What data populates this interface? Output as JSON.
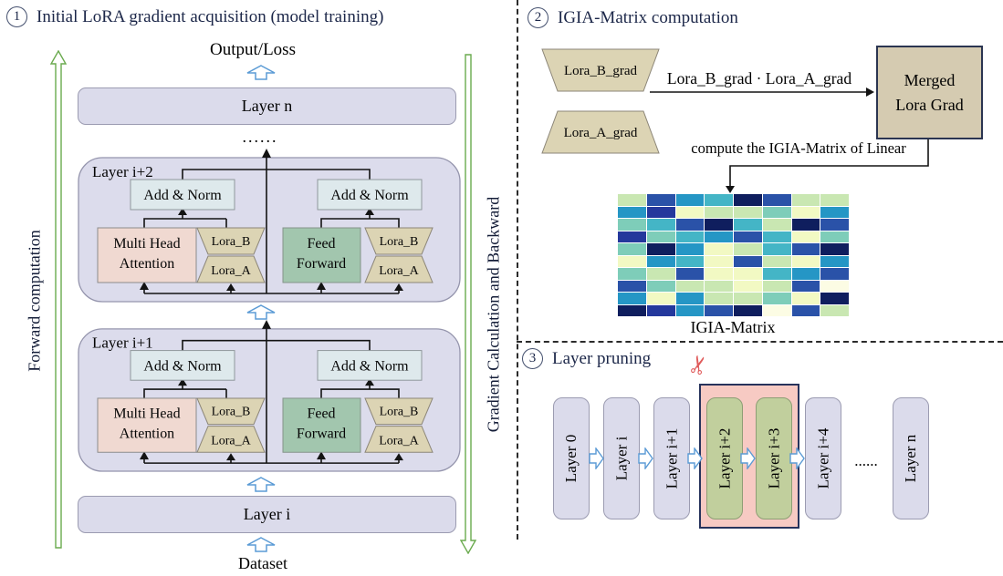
{
  "panel1": {
    "number": "1",
    "title": "Initial LoRA gradient acquisition (model training)",
    "output_loss": "Output/Loss",
    "layer_n": "Layer n",
    "dots": "......",
    "blocks": [
      {
        "label": "Layer i+2"
      },
      {
        "label": "Layer i+1"
      }
    ],
    "block": {
      "add_norm": "Add & Norm",
      "mha1": "Multi Head",
      "mha2": "Attention",
      "ff1": "Feed",
      "ff2": "Forward",
      "lora_b": "Lora_B",
      "lora_a": "Lora_A"
    },
    "layer_i": "Layer i",
    "dataset": "Dataset",
    "axis_left": "Forward computation",
    "axis_right": "Gradient Calculation and Backward"
  },
  "panel2": {
    "number": "2",
    "title": "IGIA-Matrix computation",
    "trap_b": "Lora_B_grad",
    "trap_a": "Lora_A_grad",
    "product_label": "Lora_B_grad · Lora_A_grad",
    "merged_line1": "Merged",
    "merged_line2": "Lora Grad",
    "compute_label": "compute the IGIA-Matrix of Linear",
    "caption": "IGIA-Matrix",
    "heatmap": {
      "palette": {
        "Y": "#f2f9c3",
        "G": "#c9e7b2",
        "T": "#7ecdb9",
        "C": "#44b5c6",
        "B": "#2596c5",
        "D": "#2a52a8",
        "N": "#24389c",
        "K": "#0f1e5e",
        "W": "#fcfce4"
      },
      "rows": [
        "GDBCKDGG",
        "BNYGGTYB",
        "TCDKCGKD",
        "NTCBDCYT",
        "TKBYGCDK",
        "YBCYDGYB",
        "TGDYYCBD",
        "DTGGYGDW",
        "BYBGGTYK",
        "KNBDKWDG"
      ]
    }
  },
  "panel3": {
    "number": "3",
    "title": "Layer pruning",
    "scissors": "✂",
    "dots": "......",
    "layers": [
      {
        "label": "Layer 0",
        "pruned": false
      },
      {
        "label": "Layer i",
        "pruned": false
      },
      {
        "label": "Layer i+1",
        "pruned": false
      },
      {
        "label": "Layer i+2",
        "pruned": true
      },
      {
        "label": "Layer i+3",
        "pruned": true
      },
      {
        "label": "Layer i+4",
        "pruned": false
      },
      {
        "label": "Layer n",
        "pruned": false
      }
    ]
  },
  "colors": {
    "lavender": "#dbdbeb",
    "container": "#dcdcec",
    "add_norm": "#dee9ec",
    "attention_pink": "#f0d9d1",
    "feed_forward_green": "#a2c6ae",
    "lora_tan": "#dcd4b4",
    "merged_tan": "#d5cbb1",
    "pruned_green": "#c1cf9d",
    "prune_pink": "#f7cac3",
    "blue_arrow": "#5b9bd5",
    "green_arrow": "#6aaa4e",
    "title_navy": "#1c2749"
  }
}
